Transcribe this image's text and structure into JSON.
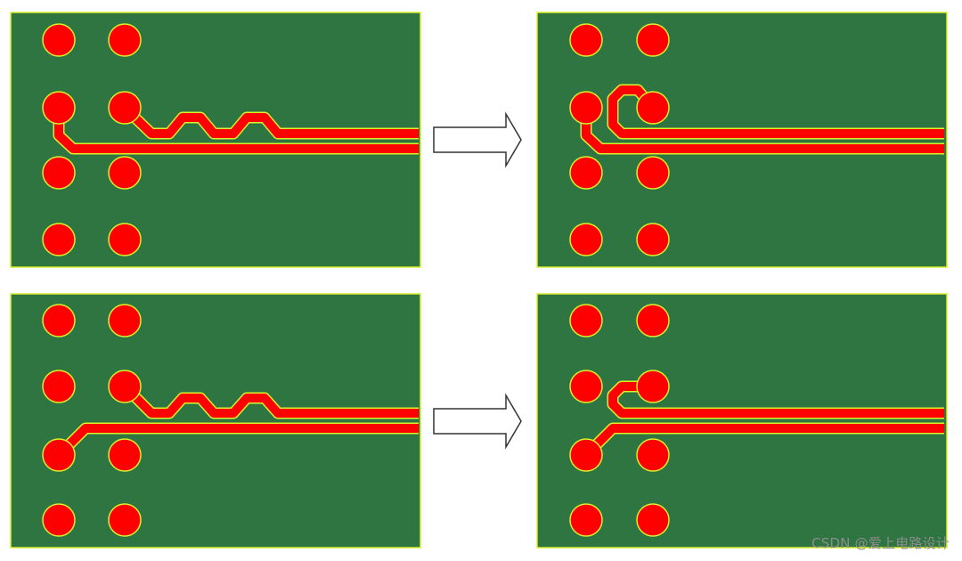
{
  "diagram": {
    "colors": {
      "board": "#2f7541",
      "board_border": "#d9f02a",
      "pad": "#ff0000",
      "pad_outline": "#d9f02a",
      "trace": "#ff0000",
      "trace_outline": "#d9f02a",
      "arrow_fill": "#ffffff",
      "arrow_stroke": "#333333"
    },
    "panels": [
      {
        "name": "top-left-board",
        "routing": "serpentine-meander"
      },
      {
        "name": "top-right-board",
        "routing": "loop-detour"
      },
      {
        "name": "bottom-left-board",
        "routing": "serpentine-meander"
      },
      {
        "name": "bottom-right-board",
        "routing": "loop-detour"
      }
    ],
    "arrows": [
      {
        "from": "top-left-board",
        "to": "top-right-board"
      },
      {
        "from": "bottom-left-board",
        "to": "bottom-right-board"
      }
    ]
  },
  "watermark": "CSDN @爱上电路设计"
}
